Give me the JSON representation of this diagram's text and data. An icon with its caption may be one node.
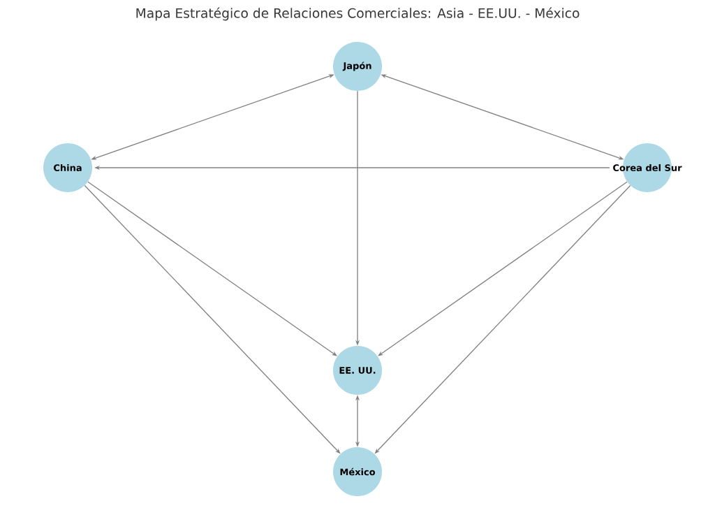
{
  "diagram": {
    "title": "Mapa Estratégico de Relaciones Comerciales: Asia - EE.UU. - México",
    "nodes": [
      {
        "text": [
          "Japón"
        ]
      },
      {
        "text": [
          "China"
        ]
      },
      {
        "text": [
          "Corea del Sur"
        ]
      },
      {
        "text": [
          "EE. UU."
        ]
      },
      {
        "text": [
          "México"
        ]
      }
    ],
    "edges": [
      {
        "from": 0,
        "to": 1,
        "arrow": "both"
      },
      {
        "from": 0,
        "to": 2,
        "arrow": "both"
      },
      {
        "from": 2,
        "to": 1,
        "arrow": "to"
      },
      {
        "from": 0,
        "to": 3,
        "arrow": "to"
      },
      {
        "from": 1,
        "to": 3,
        "arrow": "to"
      },
      {
        "from": 1,
        "to": 4,
        "arrow": "to"
      },
      {
        "from": 2,
        "to": 3,
        "arrow": "to"
      },
      {
        "from": 2,
        "to": 4,
        "arrow": "to"
      },
      {
        "from": 3,
        "to": 4,
        "arrow": "both"
      }
    ]
  }
}
